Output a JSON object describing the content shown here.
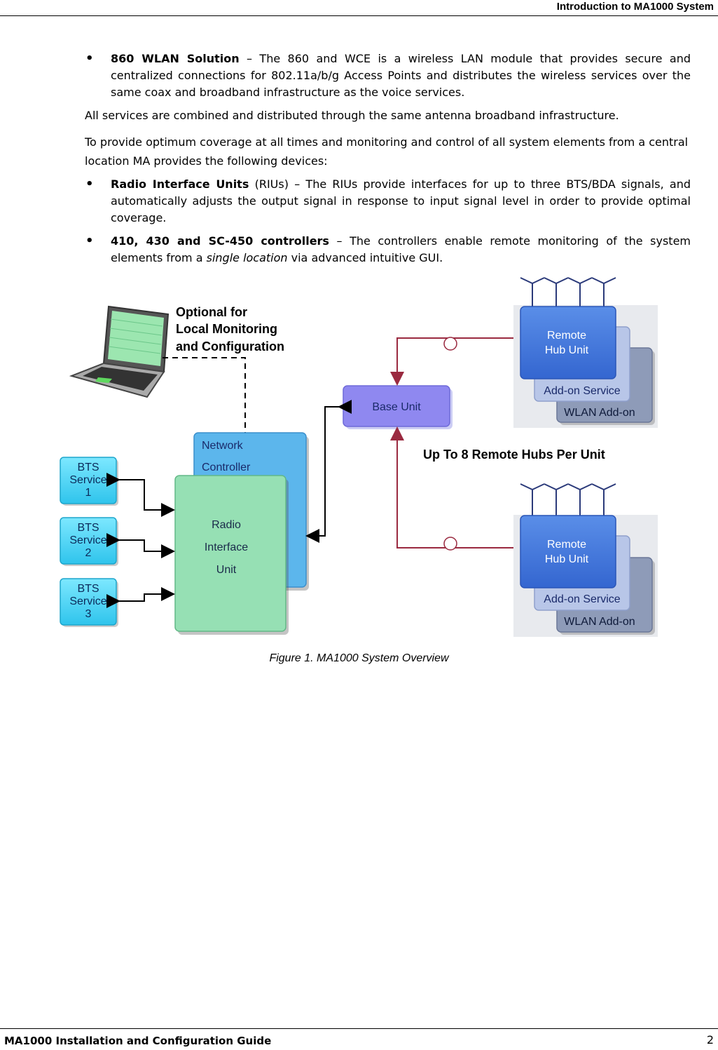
{
  "header": {
    "title": "Introduction to MA1000 System"
  },
  "bullets1": [
    {
      "term": "860 WLAN Solution",
      "text": " – The 860 and WCE is a wireless LAN module that provides secure and centralized connections for 802.11a/b/g Access Points and distributes the wireless services over the same coax and broadband infrastructure as the voice services."
    }
  ],
  "para1": "All services are combined and distributed through the same antenna broadband infrastructure.",
  "para2": "To provide optimum coverage at all times and monitoring and control of all system elements from a central location MA provides the following devices:",
  "bullets2": [
    {
      "term": "Radio Interface Units",
      "text": " (RIUs) – The RIUs provide interfaces for up to three BTS/BDA signals, and automatically adjusts the output signal in response to input signal level in order to provide optimal coverage."
    },
    {
      "term": "410, 430 and SC-450 controllers",
      "text_before": " – The controllers enable remote monitoring of the system elements from a ",
      "text_italic": "single location",
      "text_after": " via advanced intuitive GUI."
    }
  ],
  "diagram": {
    "optional_label": [
      "Optional for",
      "Local Monitoring",
      "and Configuration"
    ],
    "base_unit": "Base Unit",
    "network_controller": [
      "Network",
      "Controller"
    ],
    "riu": [
      "Radio",
      "Interface",
      "Unit"
    ],
    "bts": [
      {
        "line1": "BTS",
        "line2": "Service",
        "line3": "1"
      },
      {
        "line1": "BTS",
        "line2": "Service",
        "line3": "2"
      },
      {
        "line1": "BTS",
        "line2": "Service",
        "line3": "3"
      }
    ],
    "remote_hub": [
      "Remote",
      "Hub Unit"
    ],
    "addon_service": "Add-on Service",
    "wlan_addon": "WLAN Add-on",
    "up_to_label": "Up To 8 Remote Hubs Per Unit"
  },
  "caption": "Figure 1. MA1000 System Overview",
  "footer": {
    "title": "MA1000 Installation and Configuration Guide",
    "page": "2"
  }
}
